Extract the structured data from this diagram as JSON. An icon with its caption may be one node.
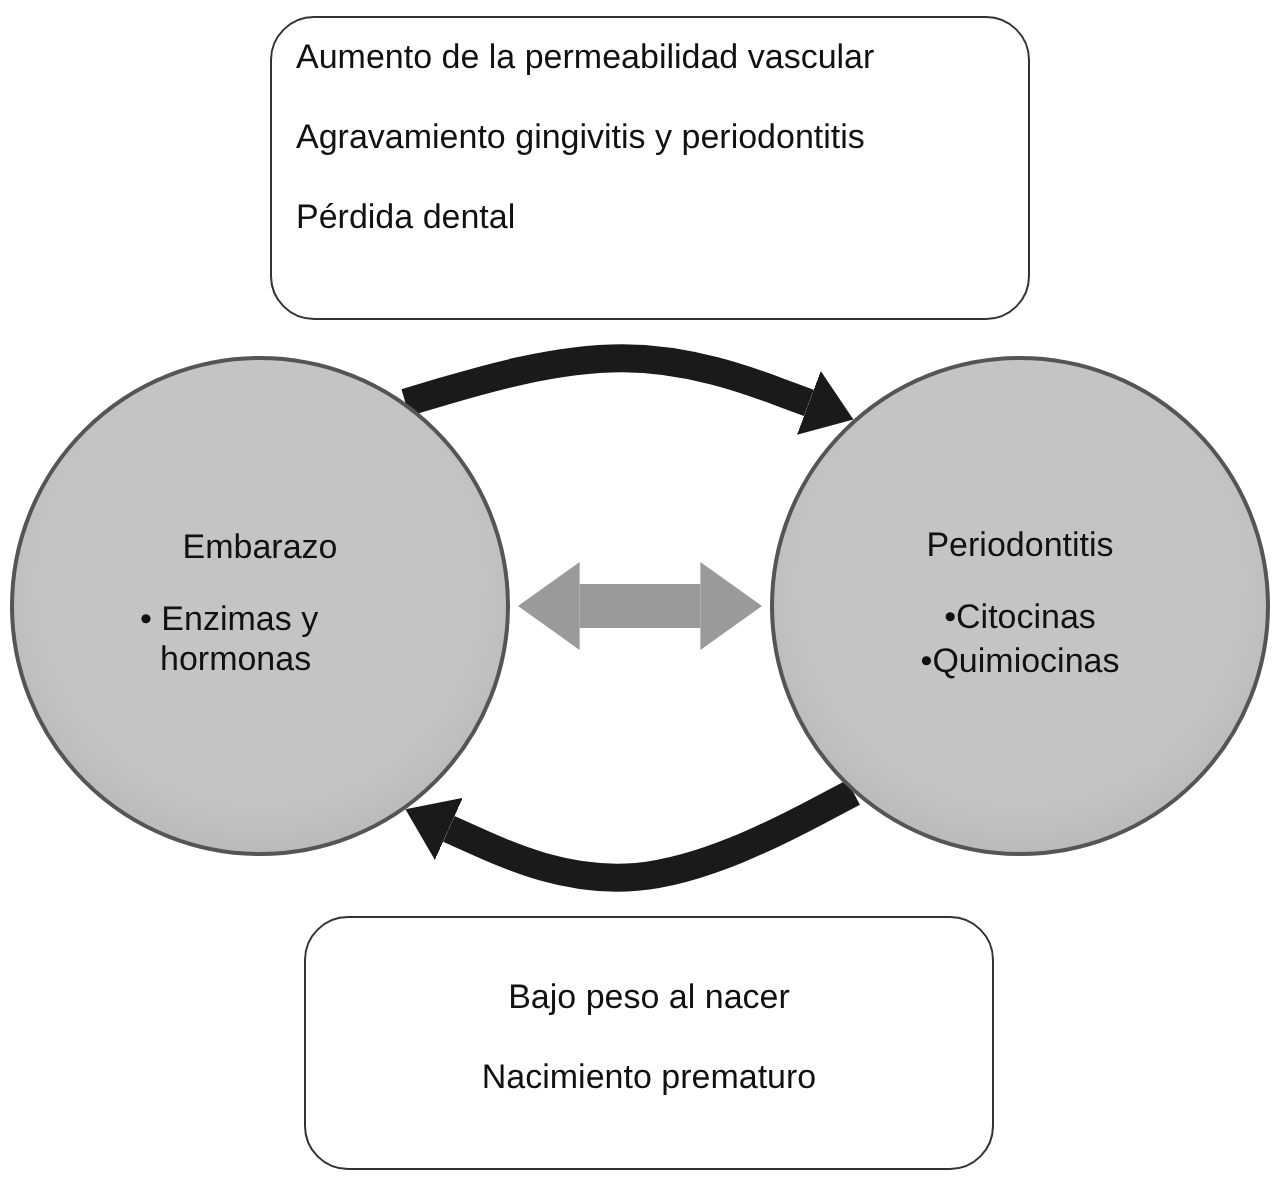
{
  "diagram": {
    "nodes": [
      {
        "text": [
          "Aumento de la permeabilidad vascular",
          "Agravamiento gingivitis y periodontitis",
          "Pérdida dental"
        ]
      },
      {
        "text": [
          "Embarazo",
          "• Enzimas y hormonas"
        ]
      },
      {
        "text": [
          "Periodontitis",
          "•Citocinas",
          "•Quimiocinas"
        ]
      },
      {
        "text": [
          "Bajo peso al nacer",
          "Nacimiento prematuro"
        ]
      }
    ],
    "edges": [
      {
        "from": 1,
        "to": 2,
        "arrow": "to"
      },
      {
        "from": 2,
        "to": 1,
        "arrow": "to"
      },
      {
        "from": 1,
        "to": 2,
        "arrow": "both",
        "color": "#9a9a9a"
      }
    ]
  }
}
